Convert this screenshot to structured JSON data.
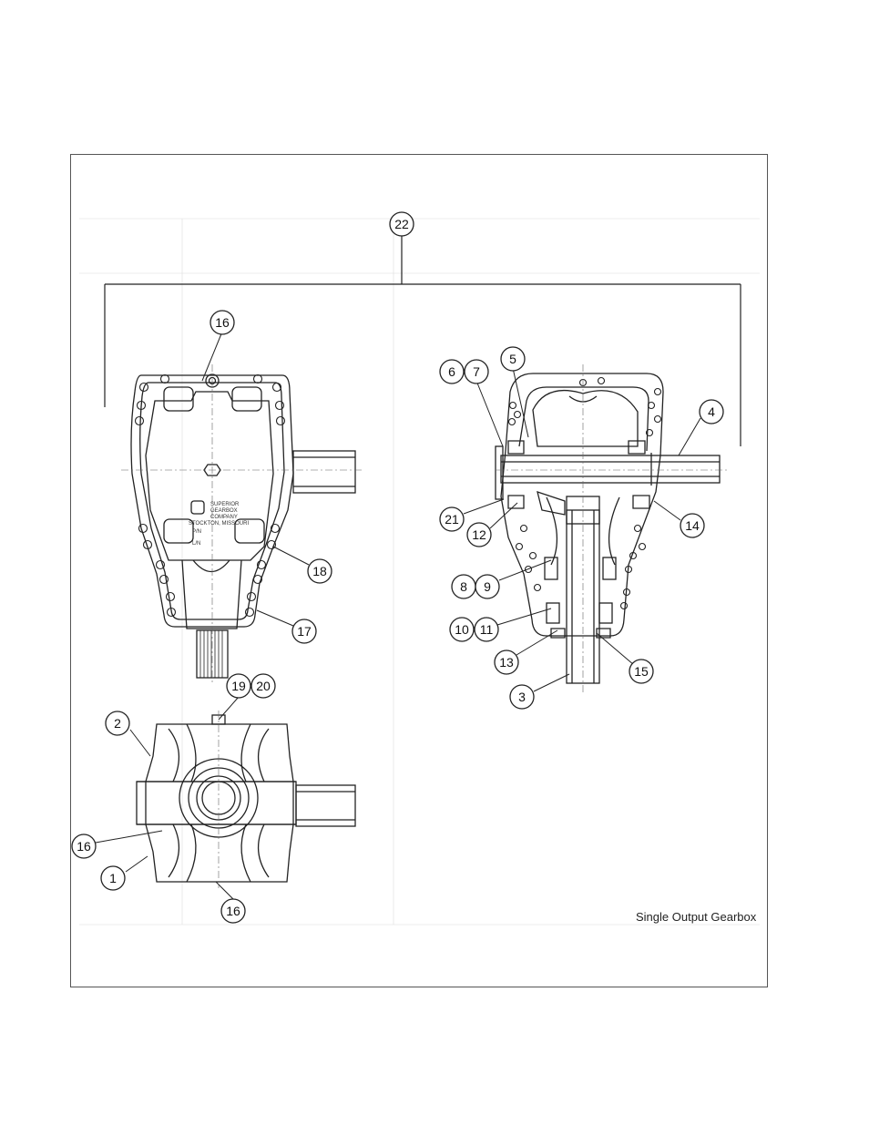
{
  "caption": "Single Output Gearbox",
  "nameplate": {
    "line1": "SUPERIOR",
    "line2": "GEARBOX",
    "line3": "COMPANY",
    "line4": "STOCKTON, MISSOURI",
    "pn": "P/N",
    "ln": "L/N"
  },
  "callouts": [
    "22",
    "16",
    "6",
    "7",
    "5",
    "4",
    "21",
    "12",
    "14",
    "8",
    "9",
    "10",
    "11",
    "13",
    "15",
    "3",
    "18",
    "17",
    "19",
    "20",
    "2",
    "16",
    "1",
    "16"
  ]
}
